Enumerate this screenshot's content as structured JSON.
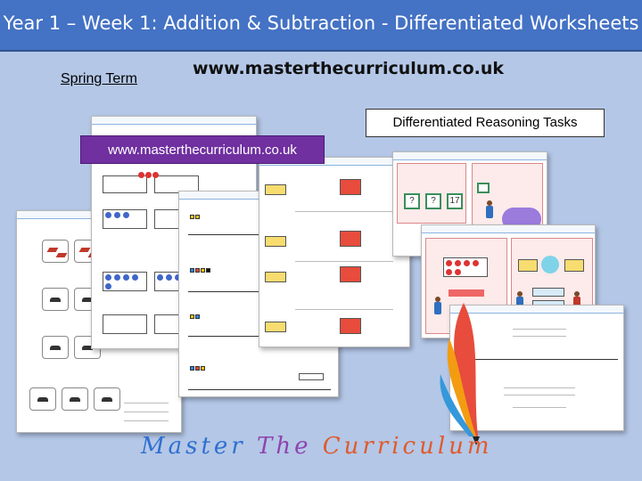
{
  "banner": {
    "title": "Year 1 – Week 1: Addition & Subtraction - Differentiated Worksheets"
  },
  "subtitle": {
    "term": "Spring Term",
    "url": "www.masterthecurriculum.co.uk"
  },
  "labels": {
    "reasoning": "Differentiated Reasoning Tasks",
    "url_tag": "www.masterthecurriculum.co.uk"
  },
  "footer": {
    "word1": "Master",
    "word2": "The",
    "word3": "Curriculum"
  },
  "colors": {
    "banner": "#4472c4",
    "background": "#b4c7e7",
    "url_tag": "#7030a0"
  },
  "icons": [
    "pencil-logo-icon"
  ]
}
